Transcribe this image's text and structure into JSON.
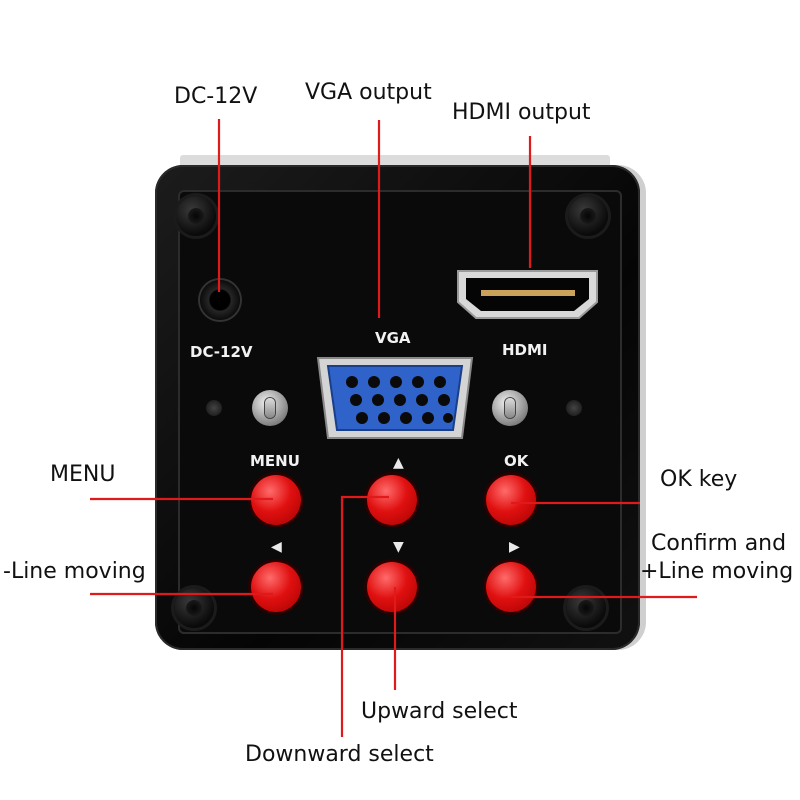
{
  "callouts": {
    "dc_12v": "DC-12V",
    "vga_output": "VGA output",
    "hdmi_output": "HDMI output",
    "menu": "MENU",
    "ok_key": "OK key",
    "line_moving_minus": "-Line moving",
    "confirm_line1": "Confirm and",
    "confirm_line2": "+Line moving",
    "upward_select": "Upward select",
    "downward_select": "Downward select"
  },
  "panel_labels": {
    "dc": "DC-12V",
    "vga": "VGA",
    "hdmi": "HDMI",
    "menu": "MENU",
    "ok": "OK",
    "up": "▲",
    "down": "▼",
    "left": "◀",
    "right": "▶"
  },
  "colors": {
    "button_red": "#e01010",
    "vga_blue": "#2f63c9",
    "leader_red": "#e01a1a"
  }
}
